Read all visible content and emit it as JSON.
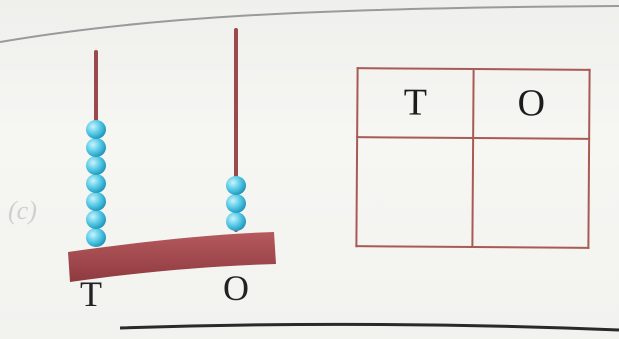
{
  "item_label": "(c)",
  "abacus": {
    "rods": [
      {
        "label": "T",
        "beads": 7
      },
      {
        "label": "O",
        "beads": 3
      }
    ],
    "colors": {
      "frame": "#a9484d",
      "rod": "#9a4a4c",
      "bead": "#52c8e6",
      "bead_highlight": "#c9f3fb",
      "bead_shadow": "#1f93b6"
    }
  },
  "place_value_table": {
    "headers": [
      "T",
      "O"
    ],
    "answers": [
      "",
      ""
    ],
    "border_color": "#a85a55"
  }
}
